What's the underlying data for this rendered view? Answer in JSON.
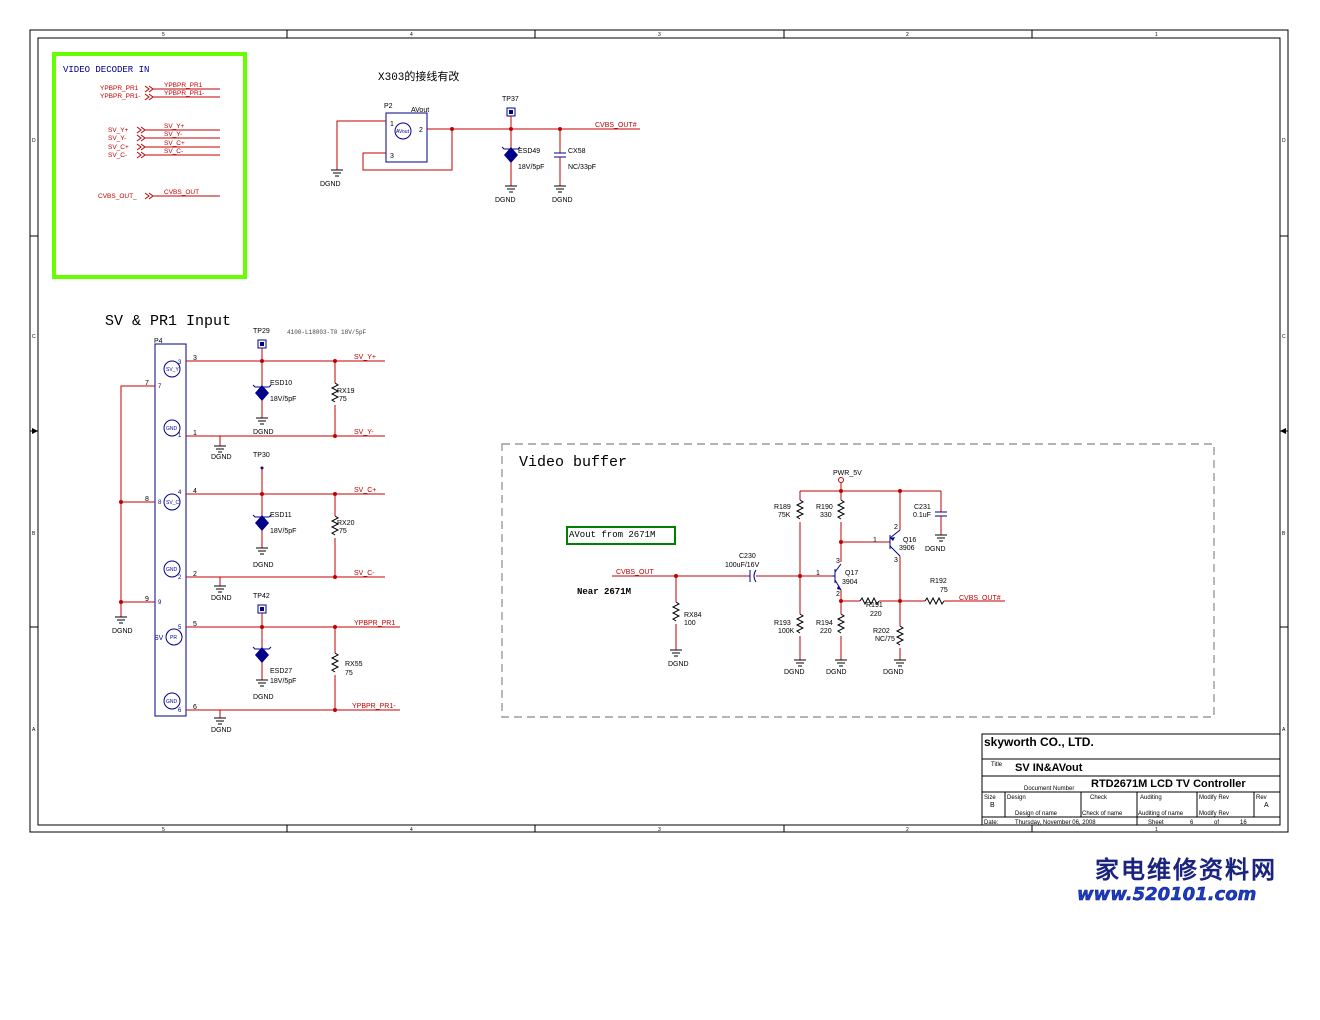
{
  "border": {
    "col_labels": [
      "5",
      "4",
      "3",
      "2",
      "1"
    ],
    "row_labels": [
      "D",
      "C",
      "B",
      "A"
    ]
  },
  "decoder_box": {
    "title": "VIDEO DECODER IN",
    "ports": [
      {
        "port": "YPBPR_PR1",
        "net": "YPBPR_PR1"
      },
      {
        "port": "YPBPR_PR1-",
        "net": "YPBPR_PR1-"
      },
      {
        "port": "SV_Y+",
        "net": "SV_Y+"
      },
      {
        "port": "SV_Y-",
        "net": "SV_Y-"
      },
      {
        "port": "SV_C+",
        "net": "SV_C+"
      },
      {
        "port": "SV_C-",
        "net": "SV_C-"
      },
      {
        "port": "CVBS_OUT_",
        "net": "CVBS_OUT"
      }
    ]
  },
  "avout": {
    "note": "X303的接线有改",
    "connector_ref": "P2",
    "connector_name": "AVout",
    "connector_inner": "AVout",
    "pins": [
      "1",
      "2",
      "3"
    ],
    "tp_ref": "TP37",
    "net_out": "CVBS_OUT#",
    "esd_ref": "ESD49",
    "esd_val": "18V/5pF",
    "cap_ref": "CX58",
    "cap_val": "NC/33pF",
    "gnd": "DGND"
  },
  "sv_section": {
    "title": "SV & PR1 Input",
    "part_note": "4100-L18003-T0 18V/5pF",
    "connector_ref": "P4",
    "pin_nums": [
      "3",
      "7",
      "1",
      "4",
      "8",
      "2",
      "9",
      "5",
      "6"
    ],
    "inner_labels": [
      "SV_Y",
      "GND",
      "SV_C",
      "GND",
      "SV",
      "PR",
      "GND"
    ],
    "tp_refs": [
      "TP29",
      "TP30",
      "TP42"
    ],
    "esd": [
      {
        "ref": "ESD10",
        "val": "18V/5pF"
      },
      {
        "ref": "ESD11",
        "val": "18V/5pF"
      },
      {
        "ref": "ESD27",
        "val": "18V/5pF"
      }
    ],
    "res": [
      {
        "ref": "RX19",
        "val": "75"
      },
      {
        "ref": "RX20",
        "val": "75"
      },
      {
        "ref": "RX55",
        "val": "75"
      }
    ],
    "nets": [
      "SV_Y+",
      "SV_Y-",
      "SV_C+",
      "SV_C-",
      "YPBPR_PR1",
      "YPBPR_PR1-"
    ],
    "gnd": "DGND"
  },
  "buffer": {
    "title": "Video buffer",
    "avout_label": "AVout from 2671M",
    "near_label": "Near 2671M",
    "pwr": "PWR_5V",
    "net_in": "CVBS_OUT",
    "net_out": "CVBS_OUT#",
    "parts": {
      "C230": {
        "ref": "C230",
        "val": "100uF/16V"
      },
      "RX84": {
        "ref": "RX84",
        "val": "100"
      },
      "R189": {
        "ref": "R189",
        "val": "75K"
      },
      "R193": {
        "ref": "R193",
        "val": "100K"
      },
      "R190": {
        "ref": "R190",
        "val": "330"
      },
      "R194": {
        "ref": "R194",
        "val": "220"
      },
      "R191": {
        "ref": "R191",
        "val": "220"
      },
      "R192": {
        "ref": "R192",
        "val": "75"
      },
      "R202": {
        "ref": "R202",
        "val": "NC/75"
      },
      "C231": {
        "ref": "C231",
        "val": "0.1uF"
      },
      "Q17": {
        "ref": "Q17",
        "val": "3904"
      },
      "Q16": {
        "ref": "Q16",
        "val": "3906"
      }
    },
    "pin_labels": [
      "1",
      "3",
      "2",
      "1",
      "2",
      "3"
    ],
    "gnd": "DGND"
  },
  "title_block": {
    "company": "skyworth  CO.,  LTD.",
    "title_label": "Title",
    "title": "SV IN&AVout",
    "docnum_label": "Document Number",
    "docnum": "RTD2671M LCD TV Controller",
    "size_label": "Size",
    "size": "B",
    "design_label": "Design",
    "design_of_name": "Design  of name",
    "check_label": "Check",
    "check_of_name": "Check  of  name",
    "auditing_label": "Auditing",
    "auditing_of_name": "Auditing of name",
    "modify_label": "Modify Rev",
    "modify_rev": "Modify Rev",
    "rev_label": "Rev",
    "rev": "A",
    "date_label": "Date:",
    "date": "Thursday, November 06, 2008",
    "sheet_label": "Sheet",
    "sheet": "6",
    "of_label": "of",
    "of": "16"
  },
  "watermark": {
    "cn": "家电维修资料网",
    "url": "www.520101.com"
  },
  "colors": {
    "wire": "#c00000",
    "part": "#00008b",
    "highlight_box": "#66ff00",
    "label_box": "#008000",
    "watermark": "#1a237e"
  }
}
